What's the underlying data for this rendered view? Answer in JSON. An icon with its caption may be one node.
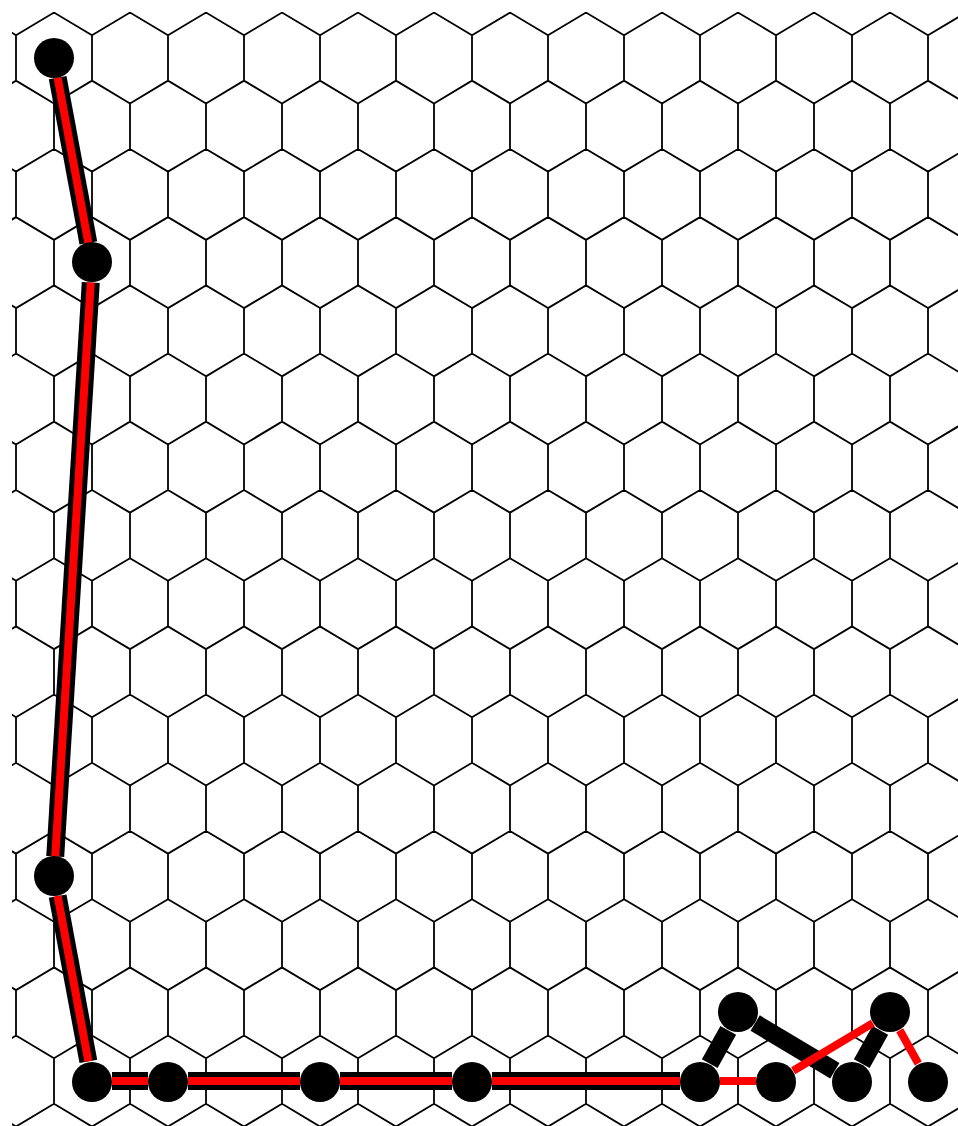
{
  "diagram": {
    "nodes": [
      {
        "text": [],
        "shape": "circle"
      },
      {
        "text": [],
        "shape": "circle"
      },
      {
        "text": [],
        "shape": "circle"
      },
      {
        "text": [],
        "shape": "circle"
      },
      {
        "text": [],
        "shape": "circle"
      },
      {
        "text": [],
        "shape": "circle"
      },
      {
        "text": [],
        "shape": "circle"
      },
      {
        "text": [],
        "shape": "circle"
      },
      {
        "text": [],
        "shape": "circle"
      },
      {
        "text": [],
        "shape": "circle"
      },
      {
        "text": [],
        "shape": "circle"
      },
      {
        "text": [],
        "shape": "circle"
      },
      {
        "text": [],
        "shape": "circle"
      }
    ],
    "edges": [
      {
        "from": 0,
        "to": 1,
        "arrow": "none",
        "style": "thick"
      },
      {
        "from": 1,
        "to": 2,
        "arrow": "none",
        "style": "thick"
      },
      {
        "from": 2,
        "to": 3,
        "arrow": "none",
        "style": "thick"
      },
      {
        "from": 3,
        "to": 4,
        "arrow": "none",
        "style": "thick"
      },
      {
        "from": 4,
        "to": 5,
        "arrow": "none",
        "style": "thick"
      },
      {
        "from": 5,
        "to": 6,
        "arrow": "none",
        "style": "thick"
      },
      {
        "from": 6,
        "to": 7,
        "arrow": "none",
        "style": "thick"
      },
      {
        "from": 7,
        "to": 8,
        "arrow": "none",
        "style": "thick"
      },
      {
        "from": 8,
        "to": 10,
        "arrow": "none",
        "style": "thick"
      },
      {
        "from": 10,
        "to": 11,
        "arrow": "none",
        "style": "thick"
      },
      {
        "from": 0,
        "to": 1,
        "arrow": "none",
        "color": "#ff0000"
      },
      {
        "from": 1,
        "to": 2,
        "arrow": "none",
        "color": "#ff0000"
      },
      {
        "from": 2,
        "to": 3,
        "arrow": "none",
        "color": "#ff0000"
      },
      {
        "from": 3,
        "to": 4,
        "arrow": "none",
        "color": "#ff0000"
      },
      {
        "from": 4,
        "to": 5,
        "arrow": "none",
        "color": "#ff0000"
      },
      {
        "from": 5,
        "to": 6,
        "arrow": "none",
        "color": "#ff0000"
      },
      {
        "from": 6,
        "to": 7,
        "arrow": "none",
        "color": "#ff0000"
      },
      {
        "from": 7,
        "to": 9,
        "arrow": "none",
        "color": "#ff0000"
      },
      {
        "from": 9,
        "to": 11,
        "arrow": "none",
        "color": "#ff0000"
      },
      {
        "from": 11,
        "to": 12,
        "arrow": "none",
        "color": "#ff0000"
      }
    ]
  }
}
